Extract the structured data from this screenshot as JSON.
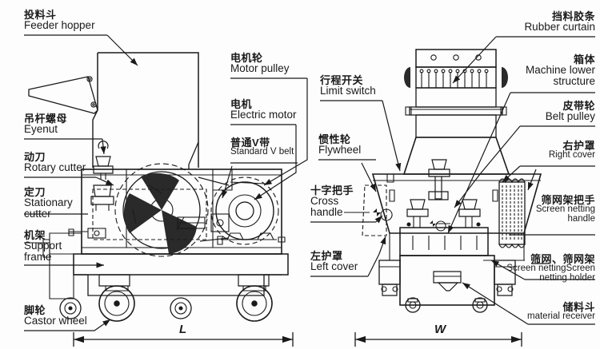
{
  "diagram": {
    "title": "Plastic crusher machine structure diagram",
    "views": [
      {
        "name": "side-view",
        "dimension_label": "L"
      },
      {
        "name": "front-view",
        "dimension_label": "W"
      }
    ],
    "line_color": "#1a1a1a",
    "background": "#fdfdfd"
  },
  "labels": {
    "feeder_hopper": {
      "cn": "投料斗",
      "en": "Feeder hopper"
    },
    "eyenut": {
      "cn": "吊杆螺母",
      "en": "Eyenut"
    },
    "rotary_cutter": {
      "cn": "动刀",
      "en": "Rotary cutter"
    },
    "stationary_cutter": {
      "cn": "定刀",
      "en1": "Stationary",
      "en2": "cutter"
    },
    "support_frame": {
      "cn": "机架",
      "en1": "Support",
      "en2": "frame"
    },
    "castor_wheel": {
      "cn": "脚轮",
      "en": "Castor wheel"
    },
    "motor_pulley": {
      "cn": "电机轮",
      "en": "Motor pulley"
    },
    "electric_motor": {
      "cn": "电机",
      "en": "Electric motor"
    },
    "standard_v_belt": {
      "cn": "普通V带",
      "en": "Standard V belt"
    },
    "limit_switch": {
      "cn": "行程开关",
      "en": "Limit switch"
    },
    "flywheel": {
      "cn": "惯性轮",
      "en": "Flywheel"
    },
    "cross_handle": {
      "cn": "十字把手",
      "en1": "Cross",
      "en2": "handle"
    },
    "left_cover": {
      "cn": "左护罩",
      "en": "Left cover"
    },
    "rubber_curtain": {
      "cn": "挡料胶条",
      "en": "Rubber curtain"
    },
    "machine_lower": {
      "cn": "箱体",
      "en1": "Machine lower",
      "en2": "structure"
    },
    "belt_pulley": {
      "cn": "皮带轮",
      "en": "Belt pulley"
    },
    "right_cover": {
      "cn": "右护罩",
      "en": "Right cover"
    },
    "screen_handle": {
      "cn": "筛网架把手",
      "en1": "Screen netting",
      "en2": "handle"
    },
    "screen_netting": {
      "cn": "筛网、筛网架",
      "en1": "Screen nettingScreen",
      "en2": "netting holder"
    },
    "material_receiver": {
      "cn": "储料斗",
      "en": "material receiver"
    }
  },
  "dimensions": {
    "length": "L",
    "width": "W"
  }
}
